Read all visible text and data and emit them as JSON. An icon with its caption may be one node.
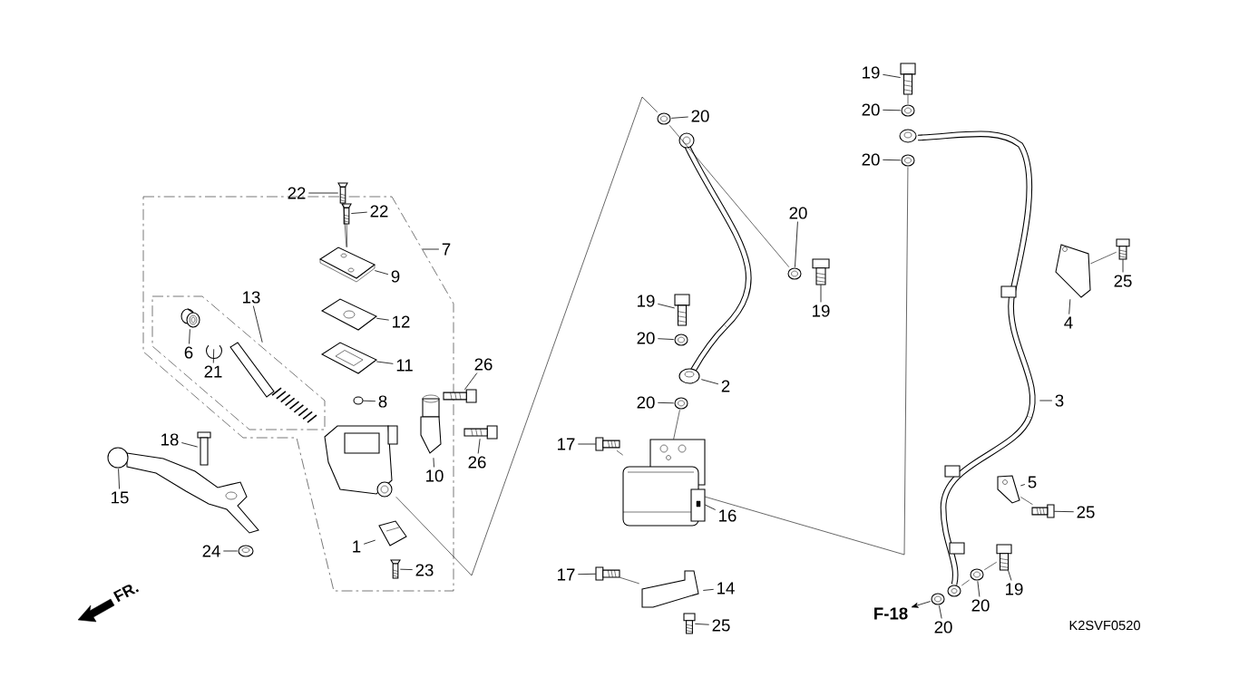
{
  "diagram": {
    "nodes": [
      {
        "text": [
          "22"
        ]
      },
      {
        "text": [],
        "shape": "picture"
      },
      {
        "text": [
          "22"
        ]
      },
      {
        "text": [],
        "shape": "picture"
      },
      {
        "text": [
          "9"
        ]
      },
      {
        "text": [],
        "shape": "picture"
      },
      {
        "text": [
          "7"
        ]
      },
      {
        "text": [
          "12"
        ]
      },
      {
        "text": [],
        "shape": "picture"
      },
      {
        "text": [
          "13"
        ]
      },
      {
        "text": [
          "6"
        ]
      },
      {
        "text": [],
        "shape": "picture"
      },
      {
        "text": [
          "21"
        ]
      },
      {
        "text": [],
        "shape": "picture"
      },
      {
        "text": [
          "11"
        ]
      },
      {
        "text": [],
        "shape": "picture"
      },
      {
        "text": [
          "8"
        ]
      },
      {
        "text": [],
        "shape": "circle"
      },
      {
        "text": [
          "26"
        ]
      },
      {
        "text": [],
        "shape": "picture"
      },
      {
        "text": [
          "26"
        ]
      },
      {
        "text": [],
        "shape": "picture"
      },
      {
        "text": [
          "10"
        ]
      },
      {
        "text": [],
        "shape": "picture"
      },
      {
        "text": [
          "18"
        ]
      },
      {
        "text": [],
        "shape": "picture"
      },
      {
        "text": [
          "15"
        ]
      },
      {
        "text": [],
        "shape": "picture"
      },
      {
        "text": [
          "24"
        ]
      },
      {
        "text": [],
        "shape": "picture"
      },
      {
        "text": [
          "1"
        ]
      },
      {
        "text": [],
        "shape": "picture"
      },
      {
        "text": [
          "23"
        ]
      },
      {
        "text": [],
        "shape": "picture"
      },
      {
        "text": [
          "20"
        ]
      },
      {
        "text": [],
        "shape": "picture"
      },
      {
        "text": [
          "20"
        ]
      },
      {
        "text": [],
        "shape": "picture"
      },
      {
        "text": [
          "19"
        ]
      },
      {
        "text": [],
        "shape": "picture"
      },
      {
        "text": [
          "19"
        ]
      },
      {
        "text": [],
        "shape": "picture"
      },
      {
        "text": [
          "20"
        ]
      },
      {
        "text": [],
        "shape": "picture"
      },
      {
        "text": [
          "2"
        ]
      },
      {
        "text": [],
        "shape": "picture"
      },
      {
        "text": [
          "20"
        ]
      },
      {
        "text": [],
        "shape": "picture"
      },
      {
        "text": [
          "17"
        ]
      },
      {
        "text": [],
        "shape": "picture"
      },
      {
        "text": [
          "16"
        ]
      },
      {
        "text": [],
        "shape": "picture"
      },
      {
        "text": [
          "17"
        ]
      },
      {
        "text": [],
        "shape": "picture"
      },
      {
        "text": [
          "14"
        ]
      },
      {
        "text": [],
        "shape": "picture"
      },
      {
        "text": [
          "25"
        ]
      },
      {
        "text": [],
        "shape": "picture"
      },
      {
        "text": [
          "19"
        ]
      },
      {
        "text": [],
        "shape": "picture"
      },
      {
        "text": [
          "20"
        ]
      },
      {
        "text": [],
        "shape": "picture"
      },
      {
        "text": [
          "20"
        ]
      },
      {
        "text": [],
        "shape": "picture"
      },
      {
        "text": [
          "3"
        ]
      },
      {
        "text": [],
        "shape": "picture"
      },
      {
        "text": [
          "4"
        ]
      },
      {
        "text": [],
        "shape": "picture"
      },
      {
        "text": [
          "25"
        ]
      },
      {
        "text": [],
        "shape": "picture"
      },
      {
        "text": [
          "5"
        ]
      },
      {
        "text": [],
        "shape": "picture"
      },
      {
        "text": [
          "25"
        ]
      },
      {
        "text": [],
        "shape": "picture"
      },
      {
        "text": [
          "19"
        ]
      },
      {
        "text": [],
        "shape": "picture"
      },
      {
        "text": [
          "20"
        ]
      },
      {
        "text": [],
        "shape": "picture"
      },
      {
        "text": [
          "20"
        ]
      },
      {
        "text": [],
        "shape": "picture"
      },
      {
        "text": [
          "F-18"
        ]
      },
      {
        "text": [],
        "shape": "picture"
      },
      {
        "text": [],
        "shape": "picture"
      },
      {
        "text": [],
        "shape": "picture"
      }
    ],
    "edges": [
      {
        "from": 0,
        "to": 1,
        "arrow": "none"
      },
      {
        "from": 2,
        "to": 3,
        "arrow": "none"
      },
      {
        "from": 4,
        "to": 5,
        "arrow": "none"
      },
      {
        "from": 6,
        "to": null,
        "arrow": "none"
      },
      {
        "from": 7,
        "to": 8,
        "arrow": "none"
      },
      {
        "from": 9,
        "to": 82,
        "arrow": "none"
      },
      {
        "from": 10,
        "to": 11,
        "arrow": "none"
      },
      {
        "from": 12,
        "to": 13,
        "arrow": "none"
      },
      {
        "from": 14,
        "to": 15,
        "arrow": "none"
      },
      {
        "from": 16,
        "to": 17,
        "arrow": "none"
      },
      {
        "from": 18,
        "to": 19,
        "arrow": "none"
      },
      {
        "from": 20,
        "to": 21,
        "arrow": "none"
      },
      {
        "from": 22,
        "to": 23,
        "arrow": "none"
      },
      {
        "from": 24,
        "to": 25,
        "arrow": "none"
      },
      {
        "from": 26,
        "to": 27,
        "arrow": "none"
      },
      {
        "from": 28,
        "to": 29,
        "arrow": "none"
      },
      {
        "from": 30,
        "to": 31,
        "arrow": "none"
      },
      {
        "from": 32,
        "to": 33,
        "arrow": "none"
      },
      {
        "from": 34,
        "to": 35,
        "arrow": "none"
      },
      {
        "from": 36,
        "to": 37,
        "arrow": "none"
      },
      {
        "from": 38,
        "to": 39,
        "arrow": "none"
      },
      {
        "from": 40,
        "to": 41,
        "arrow": "none"
      },
      {
        "from": 42,
        "to": 43,
        "arrow": "none"
      },
      {
        "from": 44,
        "to": 45,
        "arrow": "none"
      },
      {
        "from": 46,
        "to": 47,
        "arrow": "none"
      },
      {
        "from": 48,
        "to": 49,
        "arrow": "none"
      },
      {
        "from": 50,
        "to": 51,
        "arrow": "none"
      },
      {
        "from": 52,
        "to": 53,
        "arrow": "none"
      },
      {
        "from": 54,
        "to": 55,
        "arrow": "none"
      },
      {
        "from": 56,
        "to": 57,
        "arrow": "none"
      },
      {
        "from": 58,
        "to": 59,
        "arrow": "none"
      },
      {
        "from": 60,
        "to": 61,
        "arrow": "none"
      },
      {
        "from": 62,
        "to": 63,
        "arrow": "none"
      },
      {
        "from": 64,
        "to": 65,
        "arrow": "none"
      },
      {
        "from": 66,
        "to": 67,
        "arrow": "none"
      },
      {
        "from": 68,
        "to": 69,
        "arrow": "none"
      },
      {
        "from": 70,
        "to": 71,
        "arrow": "none"
      },
      {
        "from": 72,
        "to": 73,
        "arrow": "none"
      },
      {
        "from": 74,
        "to": 75,
        "arrow": "none"
      },
      {
        "from": 76,
        "to": 77,
        "arrow": "none"
      },
      {
        "from": 78,
        "to": 79,
        "arrow": "none"
      },
      {
        "from": 79,
        "to": 80,
        "arrow": "to"
      },
      {
        "from": 1,
        "to": 5,
        "arrow": "none"
      },
      {
        "from": 3,
        "to": 5,
        "arrow": "none"
      },
      {
        "from": 81,
        "to": 35,
        "arrow": "none"
      },
      {
        "from": 51,
        "to": 63,
        "arrow": "none"
      },
      {
        "from": 35,
        "to": 37,
        "arrow": "none"
      },
      {
        "from": 49,
        "to": 51,
        "arrow": "none"
      },
      {
        "from": 53,
        "to": 55,
        "arrow": "none"
      },
      {
        "from": 59,
        "to": 61,
        "arrow": "none"
      },
      {
        "from": 75,
        "to": 77,
        "arrow": "none"
      },
      {
        "from": 69,
        "to": 67,
        "arrow": "none"
      },
      {
        "from": 73,
        "to": 71,
        "arrow": "none"
      },
      {
        "from": 47,
        "to": 51,
        "arrow": "none"
      },
      {
        "from": 77,
        "to": 83,
        "arrow": "none"
      }
    ],
    "labels": [
      "FR.",
      "K2SVF0520"
    ]
  }
}
